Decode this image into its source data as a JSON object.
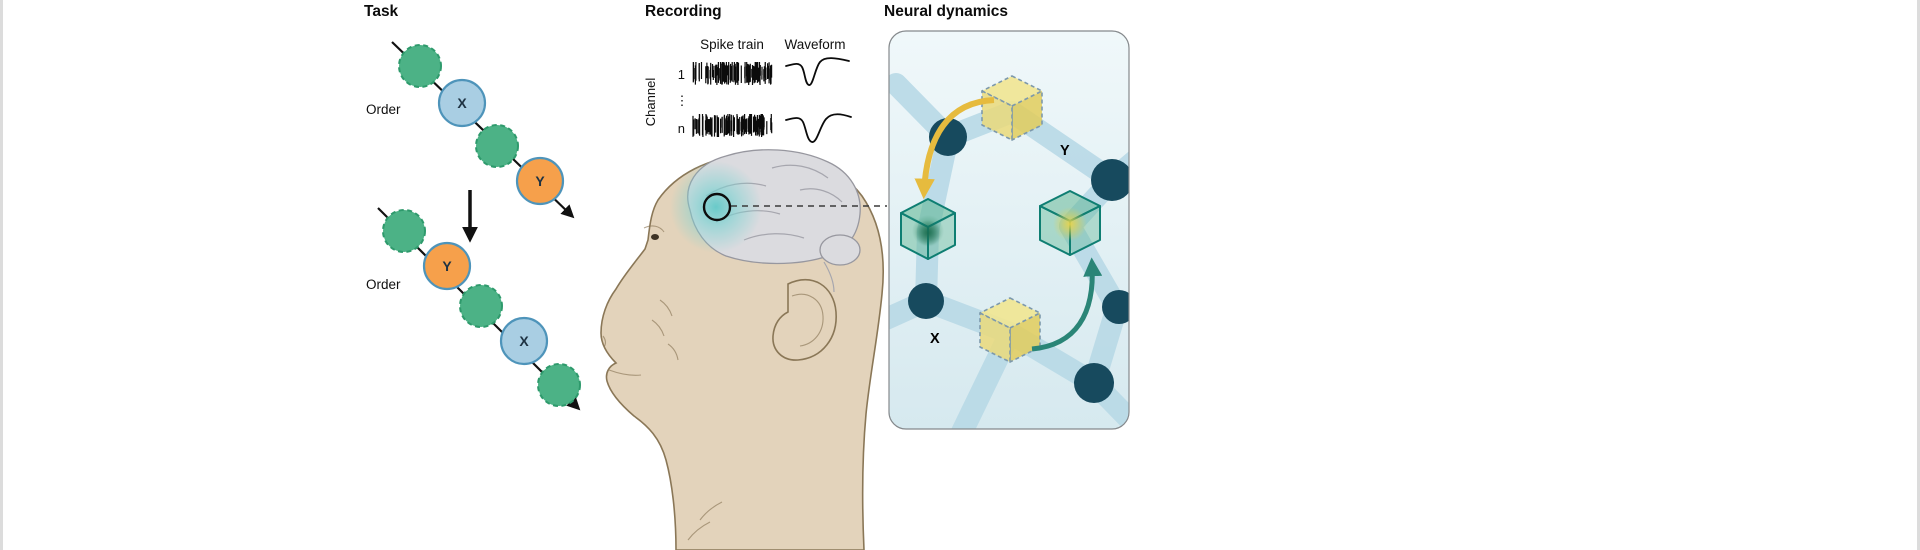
{
  "task": {
    "title": "Task",
    "top_sequence": {
      "order_label": "Order",
      "item_x": "X",
      "item_y": "Y"
    },
    "bottom_sequence": {
      "order_label": "Order",
      "item_y": "Y",
      "item_x": "X"
    }
  },
  "recording": {
    "title": "Recording",
    "spike_train_label": "Spike train",
    "waveform_label": "Waveform",
    "channel_label": "Channel",
    "channel_first": "1",
    "channel_dots": "⋮",
    "channel_last": "n"
  },
  "neural_dynamics": {
    "title": "Neural dynamics",
    "label_y": "Y",
    "label_x": "X"
  },
  "colors": {
    "task_green": "#4CB286",
    "task_green_border": "#2E9A6C",
    "task_blue": "#A9CEE3",
    "task_orange": "#F6A04B",
    "task_circle_border": "#4E94BA",
    "spike_black": "#0B0B0B",
    "monkey_skin": "#E3D3BB",
    "brain_gray": "#DBDBDF",
    "implant_glow": "#7FD3D2",
    "panel_background": "#E2F0F5",
    "network_edge": "#B9D9E6",
    "network_node": "#174A5E",
    "cube_yellow": "#EAD76C",
    "cube_green": "#59B48E",
    "cube_green_border": "#0E7E72",
    "arrow_yellow": "#E6BB3E",
    "arrow_teal": "#2A8577"
  }
}
